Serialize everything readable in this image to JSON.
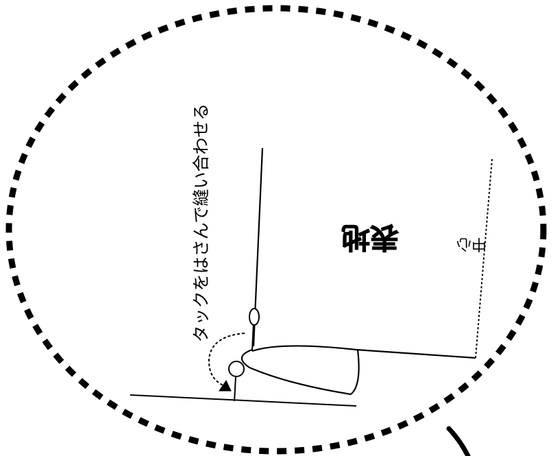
{
  "diagram": {
    "instruction_text": "タックをはさんで縫い合わせる",
    "fabric_label": "表地",
    "center_label": "中心",
    "colors": {
      "ink": "#000000",
      "paper": "#ffffff"
    }
  }
}
